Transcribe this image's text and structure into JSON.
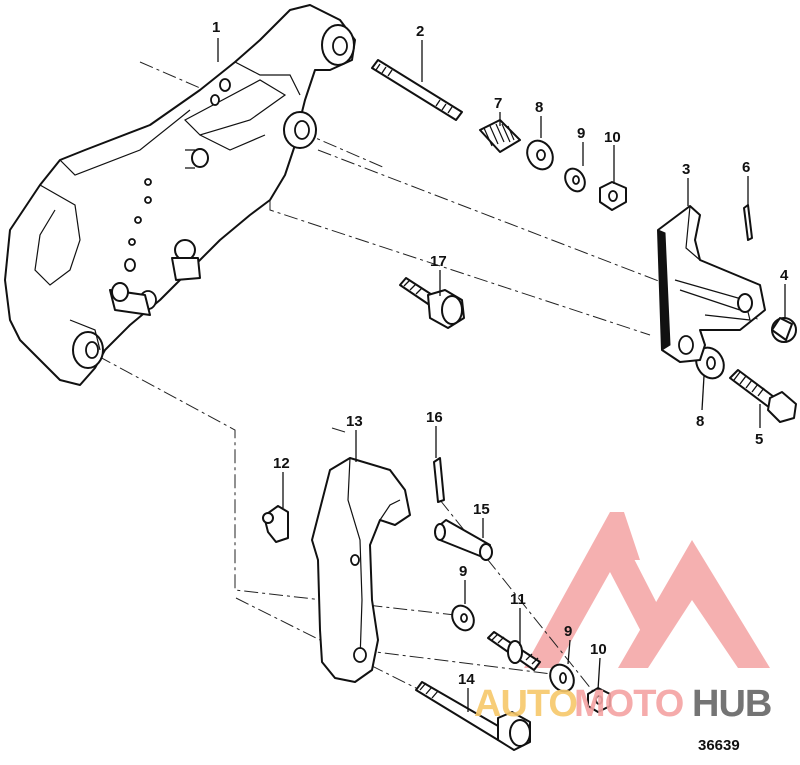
{
  "diagram": {
    "figure_number": "36639",
    "callouts": [
      {
        "id": "1",
        "label": "1"
      },
      {
        "id": "2",
        "label": "2"
      },
      {
        "id": "3",
        "label": "3"
      },
      {
        "id": "4",
        "label": "4"
      },
      {
        "id": "5",
        "label": "5"
      },
      {
        "id": "6",
        "label": "6"
      },
      {
        "id": "7",
        "label": "7"
      },
      {
        "id": "8a",
        "label": "8"
      },
      {
        "id": "8b",
        "label": "8"
      },
      {
        "id": "9a",
        "label": "9"
      },
      {
        "id": "9b",
        "label": "9"
      },
      {
        "id": "9c",
        "label": "9"
      },
      {
        "id": "10a",
        "label": "10"
      },
      {
        "id": "10b",
        "label": "10"
      },
      {
        "id": "11",
        "label": "11"
      },
      {
        "id": "12",
        "label": "12"
      },
      {
        "id": "13",
        "label": "13"
      },
      {
        "id": "14",
        "label": "14"
      },
      {
        "id": "15",
        "label": "15"
      },
      {
        "id": "16",
        "label": "16"
      },
      {
        "id": "17",
        "label": "17"
      }
    ]
  },
  "watermark": {
    "text_part1": "AUTO",
    "text_part2": "MOTO",
    "text_part3": "HUB",
    "color_primary": "#f2a0a0",
    "color_accent": "#f7c86a",
    "color_dark": "#555555"
  }
}
